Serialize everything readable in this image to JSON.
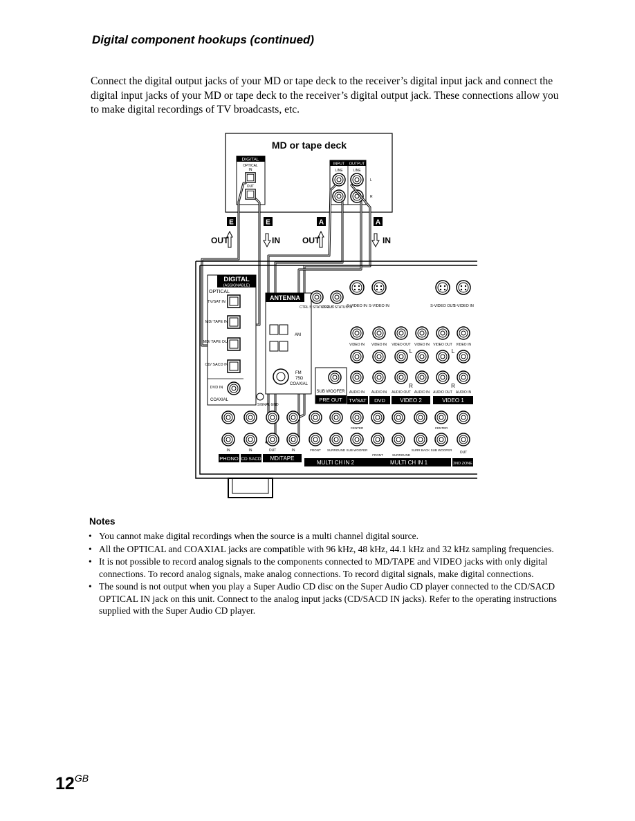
{
  "section_heading": "Digital component hookups (continued)",
  "intro_paragraph": "Connect the digital output jacks of your MD or tape deck to the receiver’s digital input jack and connect the digital input jacks of your MD or tape deck to the receiver’s digital output jack. These connections allow you to make digital recordings of TV broadcasts, etc.",
  "diagram": {
    "device_title": "MD or tape deck",
    "deck_digital": "DIGITAL",
    "deck_optical_in": "OPTICAL",
    "deck_in": "IN",
    "deck_out": "OUT",
    "deck_input": "INPUT",
    "deck_output": "OUTPUT",
    "deck_line": "LINE",
    "deck_l": "L",
    "deck_r": "R",
    "tag_e": "E",
    "tag_a": "A",
    "out_label": "OUT",
    "in_label": "IN",
    "receiver_digital": "DIGITAL",
    "receiver_assignable": "(ASSIGNABLE)",
    "receiver_optical": "OPTICAL",
    "tvsat_in": "TV/SAT IN",
    "mdtape_in": "MD/ TAPE IN",
    "mdtape_out": "MD/ TAPE OUT",
    "cdsacd_in": "CD/ SACD IN",
    "dvd_in": "DVD IN",
    "coaxial": "COAXIAL",
    "antenna": "ANTENNA",
    "am": "AM",
    "fm": "FM",
    "fm_ohm": "75Ω",
    "fm_coaxial": "COAXIAL",
    "signal_gnd": "SIGNAL GND",
    "ctrl_s_out": "CTRL S STATUS OUT",
    "ctrl_s_in": "CTRL S STATUS IN",
    "svideo_in": "S-VIDEO IN",
    "svideo_out": "S-VIDEO OUT",
    "video_in": "VIDEO IN",
    "video_out": "VIDEO OUT",
    "audio_in": "AUDIO IN",
    "audio_out": "AUDIO OUT",
    "sub_woofer": "SUB WOOFER",
    "pre_out": "PRE OUT",
    "tv_sat": "TV/SAT",
    "dvd": "DVD",
    "video2": "VIDEO 2",
    "video1": "VIDEO 1",
    "phono": "PHONO",
    "cd_sacd": "CD SACD",
    "md_tape": "MD/TAPE",
    "multi_ch_in_2": "MULTI CH IN 2",
    "multi_ch_in_1": "MULTI CH IN 1",
    "zone2": "2ND ZONE",
    "front": "FRONT",
    "surround": "SURROUND",
    "surround_back": "SURR BACK",
    "center": "CENTER",
    "sub": "SUB WOOFER",
    "out": "OUT",
    "l": "L",
    "r": "R",
    "in_small": "IN"
  },
  "notes_title": "Notes",
  "notes": [
    "You cannot make digital recordings when the source is a multi channel digital source.",
    "All the OPTICAL and COAXIAL jacks are compatible with 96 kHz, 48 kHz, 44.1 kHz and 32 kHz sampling frequencies.",
    "It is not possible to record analog signals to the components connected to MD/TAPE and VIDEO jacks with only digital connections. To record analog signals, make analog connections. To record digital signals, make digital connections.",
    "The sound is not output when you play a Super Audio CD disc on the Super Audio CD player connected to the CD/SACD OPTICAL IN jack on this unit. Connect to the analog input jacks (CD/SACD IN jacks). Refer to the operating instructions supplied with the Super Audio CD player."
  ],
  "page_number": "12",
  "page_suffix": "GB"
}
